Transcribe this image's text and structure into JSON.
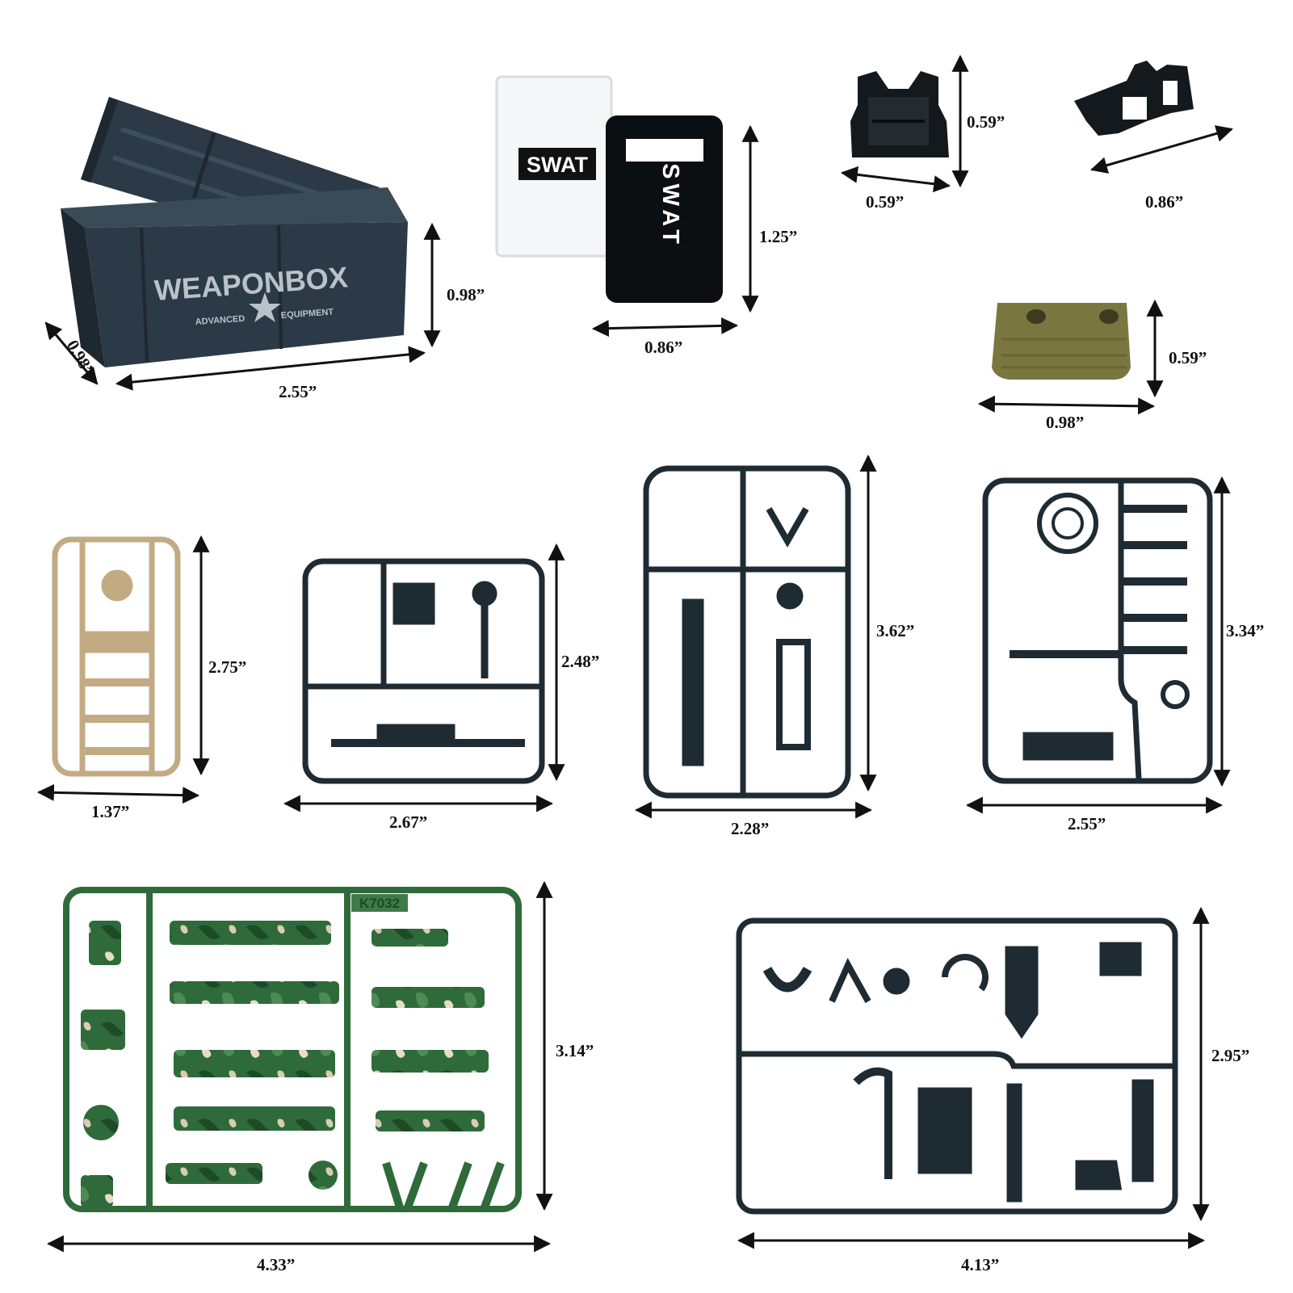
{
  "colors": {
    "background": "#ffffff",
    "crate": "#2b3a46",
    "crate_dark": "#1d2831",
    "crate_text": "#b9c2c9",
    "sprue_black": "#1f2b33",
    "sprue_tan": "#c2ab83",
    "sprue_green": "#2f6a3a",
    "camo_light": "#e6dcc8",
    "pouch_olive": "#7a7640",
    "shield_clear": "#f4f6f8",
    "dimension_line": "#111111"
  },
  "weapon_box": {
    "brand_text": "WEAPONBOX",
    "left_subtext": "ADVANCED",
    "right_subtext": "EQUIPMENT"
  },
  "shields": {
    "clear_shield_label": "SWAT",
    "black_shield_label": "SWAT"
  },
  "sprue_code": "K7032",
  "dimensions": {
    "box_depth": "0.98”",
    "box_width": "2.55”",
    "box_height": "0.98”",
    "shield_height": "1.25”",
    "shield_width": "0.86”",
    "vest_height": "0.59”",
    "vest_width": "0.59”",
    "holster_width": "0.86”",
    "pouch_height": "0.59”",
    "pouch_width": "0.98”",
    "tan_sprue_height": "2.75”",
    "tan_sprue_width": "1.37”",
    "sprue2_height": "2.48”",
    "sprue2_width": "2.67”",
    "sprue3_height": "3.62”",
    "sprue3_width": "2.28”",
    "sprue4_height": "3.34”",
    "sprue4_width": "2.55”",
    "camo_sprue_height": "3.14”",
    "camo_sprue_width": "4.33”",
    "tools_sprue_height": "2.95”",
    "tools_sprue_width": "4.13”"
  },
  "icons": [
    "weapon-crate-icon",
    "riot-shield-icon",
    "tactical-vest-icon",
    "holster-icon",
    "sandbag-pouch-icon",
    "parts-sprue-icon",
    "dimension-arrow-icon"
  ]
}
